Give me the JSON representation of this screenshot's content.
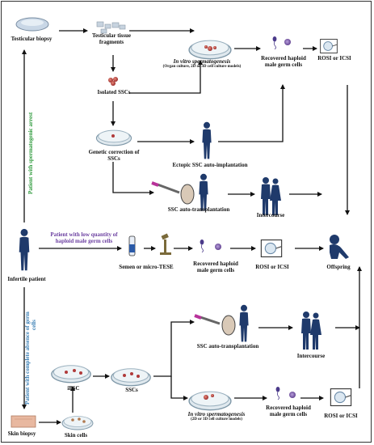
{
  "colors": {
    "arrow": "#111111",
    "human": "#1f3a6b",
    "vertical_top": "#2e9a3c",
    "vertical_bottom": "#3a7fb5",
    "low_quantity": "#6b3fa0",
    "dish_rim": "#8aa6b8",
    "cells": "#b03a3a"
  },
  "nodes": {
    "testicular_biopsy": "Testicular biopsy",
    "tissue_fragments_1": "Testicular tissue",
    "tissue_fragments_2": "fragments",
    "ivs_top_title": "In vitro spermatogenesis",
    "ivs_top_sub": "(Organ culture, 2D or 3D cell culture models)",
    "recovered_top_1": "Recovered haploid",
    "recovered_top_2": "male germ cells",
    "rosi_top": "ROSI or ICSI",
    "isolated_sscs": "Isolated SSCs",
    "genetic_1": "Genetic correction of",
    "genetic_2": "SSCs",
    "ectopic": "Ectopic SSC auto-implantation",
    "ssc_auto_top": "SSC auto-transplantation",
    "intercourse_top": "Intercourse",
    "infertile": "Infertile patient",
    "low_qty_1": "Patient with low quantity of",
    "low_qty_2": "haploid male germ cells",
    "semen": "Semen or micro-TESE",
    "recovered_mid_1": "Recovered haploid",
    "recovered_mid_2": "male germ cells",
    "rosi_mid": "ROSI or ICSI",
    "offspring": "Offspring",
    "arrest_vertical": "Patient with spermatogenic arrest",
    "absence_vertical_1": "Patient with complete absence of germ",
    "absence_vertical_2": "cells",
    "ipsc": "iPSC",
    "sscs_bottom": "SSCs",
    "ssc_auto_bottom": "SSC auto-transplantation",
    "intercourse_bottom": "Intercourse",
    "ivs_bottom_title": "In vitro spermatogenesis",
    "ivs_bottom_sub": "(2D or 3D cell culture models)",
    "recovered_bottom_1": "Recovered haploid",
    "recovered_bottom_2": "male germ cells",
    "rosi_bottom": "ROSI or ICSI",
    "skin_biopsy": "Skin biopsy",
    "skin_cells": "Skin cells"
  }
}
